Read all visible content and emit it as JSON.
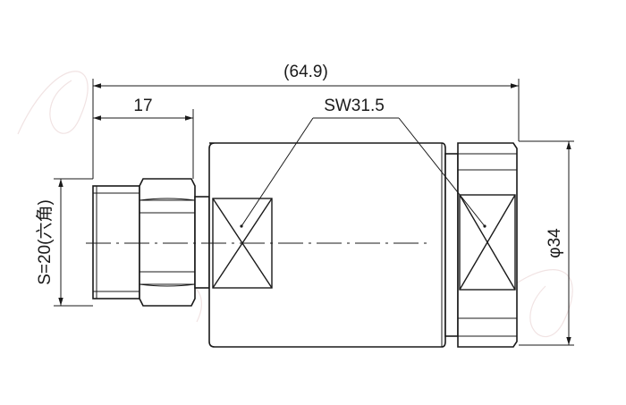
{
  "drawing": {
    "overall_length_label": "(64.9)",
    "front_length_label": "17",
    "wrench_size_label": "SW31.5",
    "hex_label": "S=20(六角)",
    "diameter_label": "φ34"
  },
  "colors": {
    "line": "#1a1a1a",
    "background": "#ffffff",
    "watermark": "#f1e3e3"
  }
}
